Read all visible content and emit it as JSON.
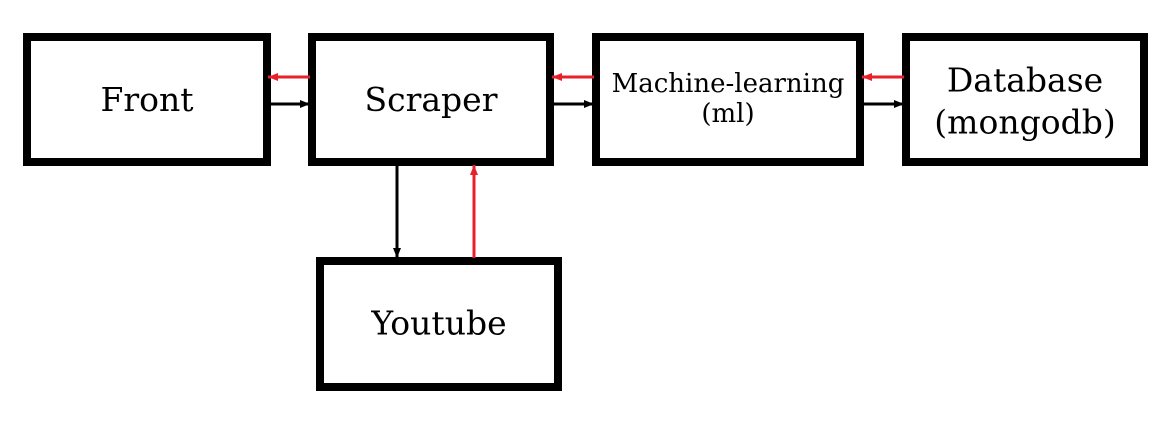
{
  "colors": {
    "request_edge": "#000000",
    "response_edge": "#e8202a",
    "node_border": "#000000",
    "node_fill": "#ffffff"
  },
  "nodes": {
    "front": {
      "lines": [
        "Front"
      ]
    },
    "scraper": {
      "lines": [
        "Scraper"
      ]
    },
    "ml": {
      "lines": [
        "Machine-learning",
        "(ml)"
      ]
    },
    "database": {
      "lines": [
        "Database",
        "(mongodb)"
      ]
    },
    "youtube": {
      "lines": [
        "Youtube"
      ]
    }
  },
  "edges": [
    {
      "from": "front",
      "to": "scraper",
      "kind": "request"
    },
    {
      "from": "scraper",
      "to": "front",
      "kind": "response"
    },
    {
      "from": "scraper",
      "to": "ml",
      "kind": "request"
    },
    {
      "from": "ml",
      "to": "scraper",
      "kind": "response"
    },
    {
      "from": "ml",
      "to": "database",
      "kind": "request"
    },
    {
      "from": "database",
      "to": "ml",
      "kind": "response"
    },
    {
      "from": "scraper",
      "to": "youtube",
      "kind": "request"
    },
    {
      "from": "youtube",
      "to": "scraper",
      "kind": "response"
    }
  ]
}
